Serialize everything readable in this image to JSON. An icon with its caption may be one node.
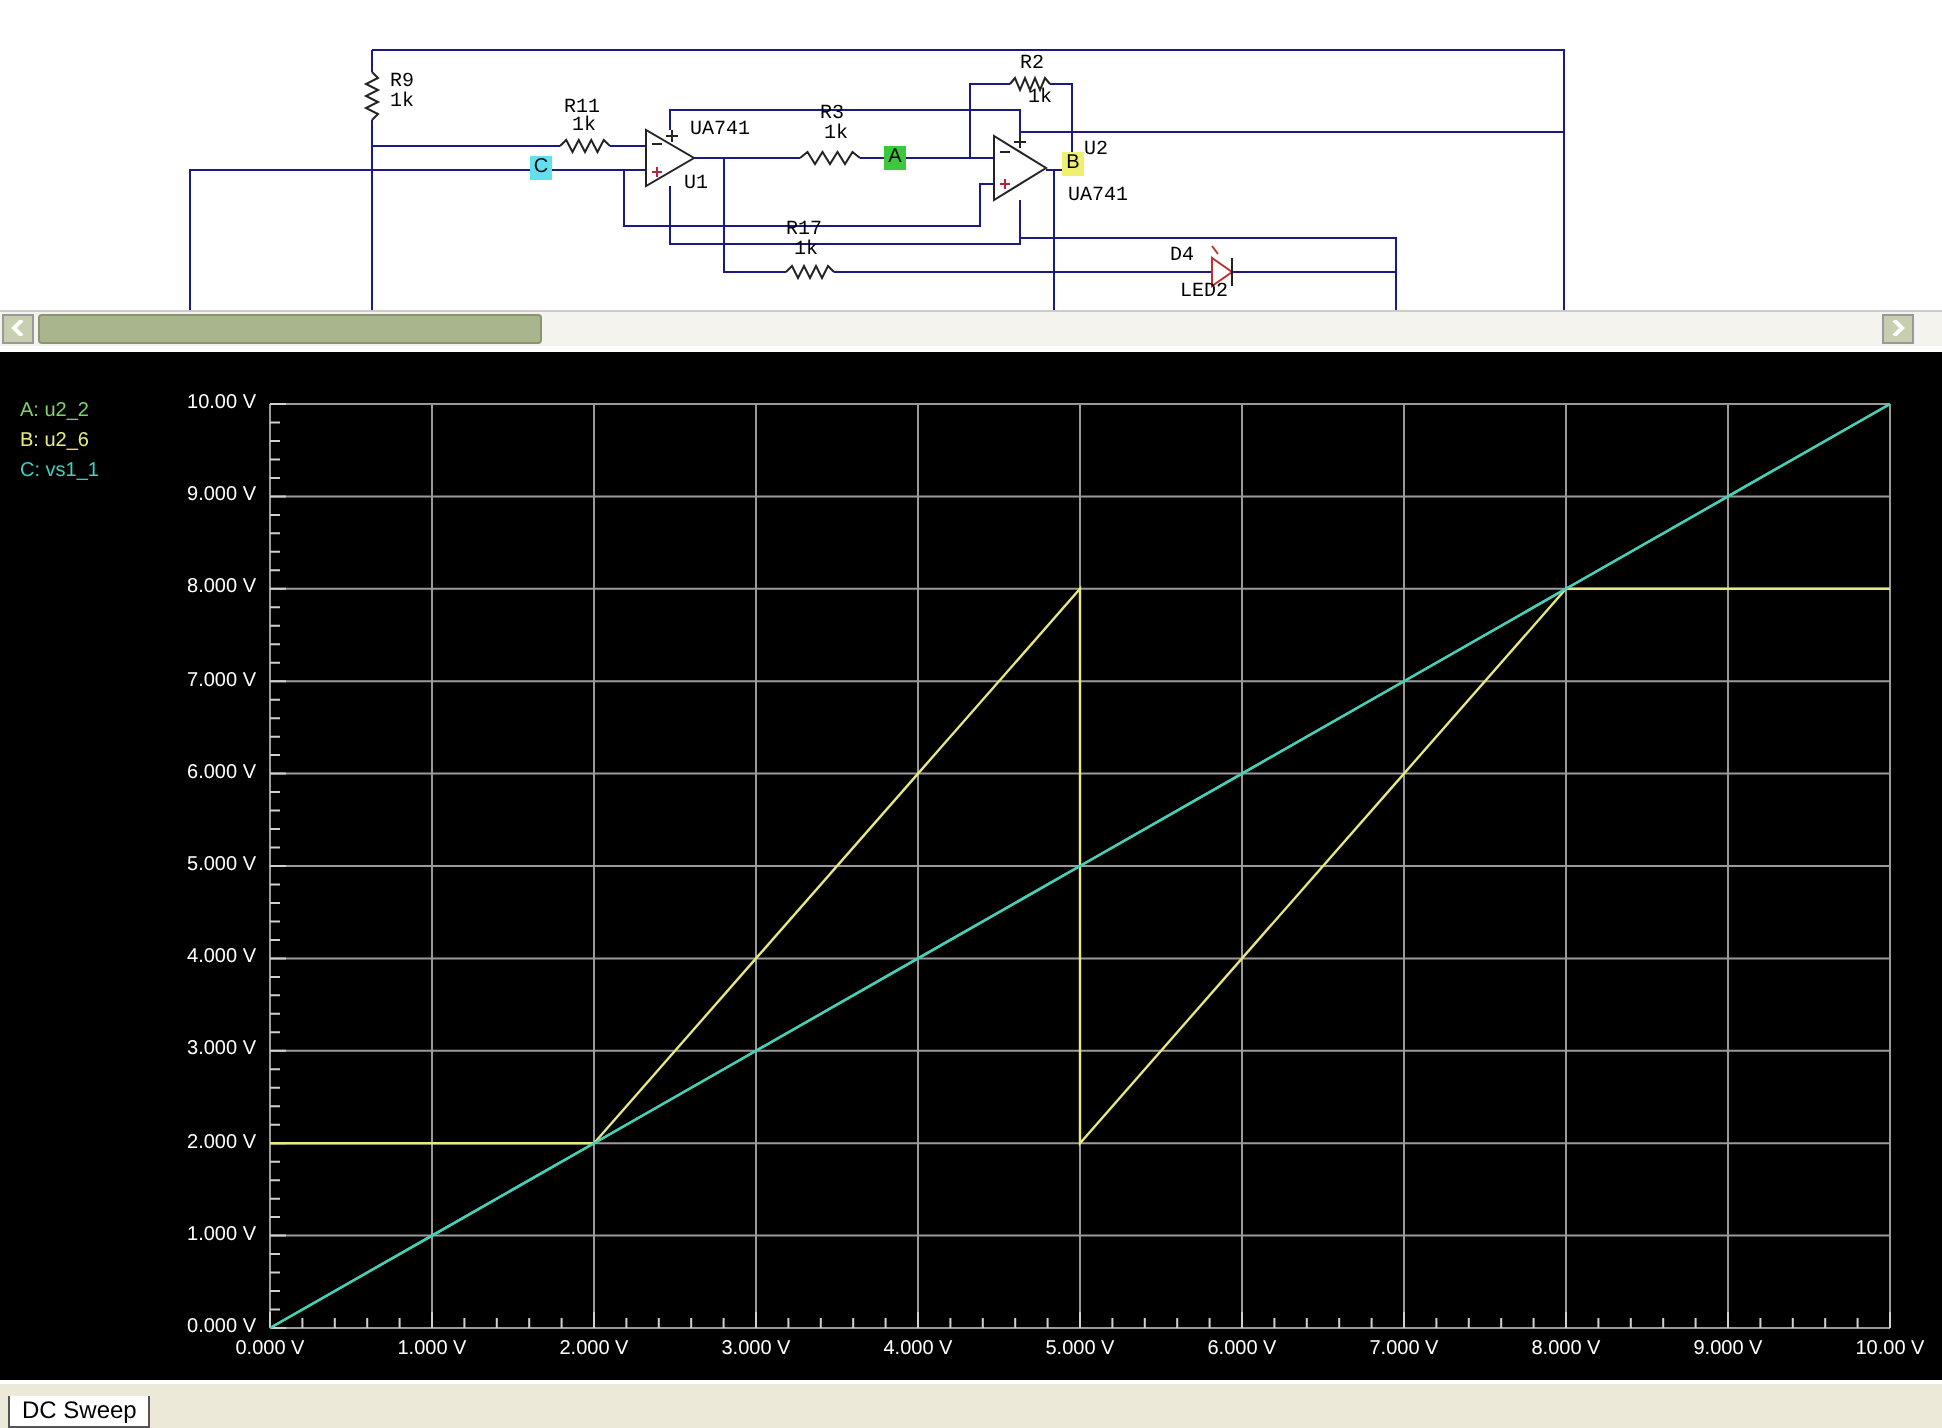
{
  "diagram": {
    "labels": [
      "R9",
      "1k",
      "R11",
      "1k",
      "UA741",
      "R2",
      "1k",
      "R3",
      "1k",
      "A",
      "U2",
      "C",
      "B",
      "U1",
      "UA741",
      "R17",
      "1k",
      "D4",
      "LED2",
      "DC Sweep"
    ],
    "chart_data": {
      "type": "line",
      "x": [
        0,
        1,
        2,
        3,
        4,
        5,
        5,
        6,
        7,
        8,
        9,
        10
      ],
      "series": [
        {
          "name": "A: u2_2",
          "color": "#80d070",
          "values": [
            0,
            1,
            2,
            3,
            4,
            5,
            5,
            6,
            7,
            8,
            9,
            10
          ]
        },
        {
          "name": "B: u2_6",
          "color": "#e8e880",
          "values": [
            2,
            2,
            2,
            4,
            6,
            8,
            2,
            4,
            6,
            8,
            8,
            8
          ]
        },
        {
          "name": "C: vs1_1",
          "color": "#40d0c0",
          "values": [
            0,
            1,
            2,
            3,
            4,
            5,
            5,
            6,
            7,
            8,
            9,
            10
          ]
        }
      ],
      "xlim": [
        0,
        10
      ],
      "ylim": [
        0,
        10
      ],
      "grid": true,
      "xticks": [
        {
          "value": 0,
          "label": "0.000 V"
        },
        {
          "value": 1,
          "label": "1.000 V"
        },
        {
          "value": 2,
          "label": "2.000 V"
        },
        {
          "value": 3,
          "label": "3.000 V"
        },
        {
          "value": 4,
          "label": "4.000 V"
        },
        {
          "value": 5,
          "label": "5.000 V"
        },
        {
          "value": 6,
          "label": "6.000 V"
        },
        {
          "value": 7,
          "label": "7.000 V"
        },
        {
          "value": 8,
          "label": "8.000 V"
        },
        {
          "value": 9,
          "label": "9.000 V"
        },
        {
          "value": 10,
          "label": "10.00 V"
        }
      ],
      "yticks": [
        {
          "value": 0,
          "label": "0.000 V"
        },
        {
          "value": 1,
          "label": "1.000 V"
        },
        {
          "value": 2,
          "label": "2.000 V"
        },
        {
          "value": 3,
          "label": "3.000 V"
        },
        {
          "value": 4,
          "label": "4.000 V"
        },
        {
          "value": 5,
          "label": "5.000 V"
        },
        {
          "value": 6,
          "label": "6.000 V"
        },
        {
          "value": 7,
          "label": "7.000 V"
        },
        {
          "value": 8,
          "label": "8.000 V"
        },
        {
          "value": 9,
          "label": "9.000 V"
        },
        {
          "value": 10,
          "label": "10.00 V"
        }
      ]
    }
  }
}
